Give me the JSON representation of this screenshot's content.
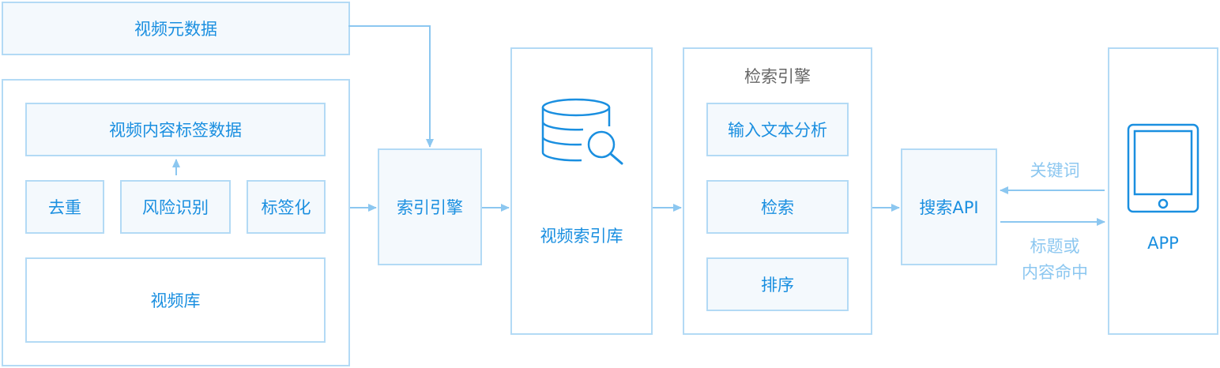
{
  "nodes": {
    "video_metadata": "视频元数据",
    "content_tag_data": "视频内容标签数据",
    "dedup": "去重",
    "risk_identify": "风险识别",
    "tagging": "标签化",
    "video_library": "视频库",
    "index_engine": "索引引擎",
    "video_index_db": "视频索引库",
    "search_engine": "检索引擎",
    "text_analysis": "输入文本分析",
    "retrieval": "检索",
    "ranking": "排序",
    "search_api": "搜索API",
    "app": "APP"
  },
  "edges": {
    "keyword": "关键词",
    "result_line1": "标题或",
    "result_line2": "内容命中"
  },
  "colors": {
    "border": "#b3daf5",
    "text": "#1a8fe0",
    "arrow": "#8cc7f0",
    "heading": "#666666",
    "fill": "#f4f9fd"
  },
  "icons": {
    "database": "database-search-icon",
    "device": "tablet-icon"
  }
}
